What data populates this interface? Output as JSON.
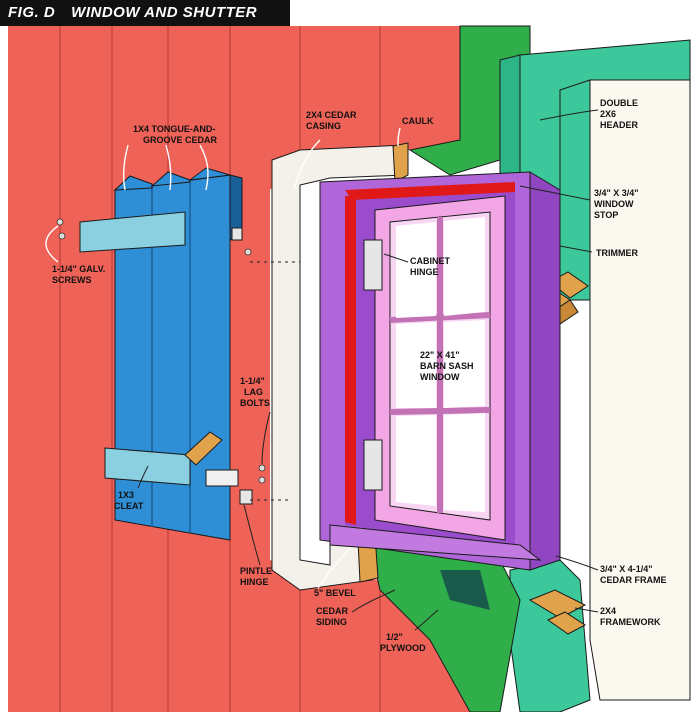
{
  "figure": {
    "label": "FIG. D",
    "title": "WINDOW AND SHUTTER DETAIL"
  },
  "colors": {
    "siding": "#ee6257",
    "shutter": "#2f8fd6",
    "casing": "#f4f0ea",
    "frame_purple": "#b066d8",
    "sash_pink": "#f3a6e6",
    "stop_red": "#e01818",
    "framing_green": "#3cc89a",
    "plywood_green": "#2fae4a",
    "bevel_tan": "#e0a24a",
    "interior": "#fbf8f0"
  },
  "labels": {
    "tongue_groove": [
      "1X4 TONGUE-AND-",
      "GROOVE CEDAR"
    ],
    "galv_screws": [
      "1-1/4\" GALV.",
      "SCREWS"
    ],
    "cedar_casing": [
      "2X4 CEDAR",
      "CASING"
    ],
    "caulk": [
      "CAULK"
    ],
    "double_header": [
      "DOUBLE",
      "2X6",
      "HEADER"
    ],
    "window_stop": [
      "3/4\" X 3/4\"",
      "WINDOW",
      "STOP"
    ],
    "trimmer": [
      "TRIMMER"
    ],
    "cabinet_hinge": [
      "CABINET",
      "HINGE"
    ],
    "barn_sash": [
      "22\" X 41\"",
      "BARN SASH",
      "WINDOW"
    ],
    "lag_bolts": [
      "1-1/4\"",
      "LAG",
      "BOLTS"
    ],
    "cleat": [
      "1X3",
      "CLEAT"
    ],
    "pintle_hinge": [
      "PINTLE",
      "HINGE"
    ],
    "bevel": [
      "5\" BEVEL"
    ],
    "cedar_siding": [
      "CEDAR",
      "SIDING"
    ],
    "cedar_frame": [
      "3/4\" X 4-1/4\"",
      "CEDAR FRAME"
    ],
    "framework": [
      "2X4",
      "FRAMEWORK"
    ],
    "plywood": [
      "1/2\"",
      "PLYWOOD"
    ]
  }
}
